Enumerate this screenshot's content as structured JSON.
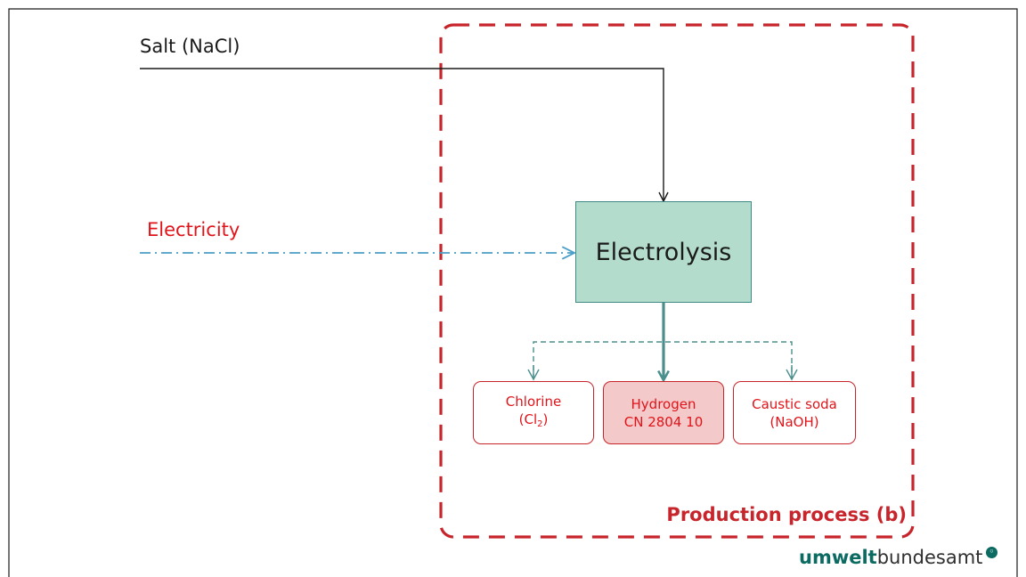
{
  "inputs": {
    "salt": "Salt (NaCl)",
    "electricity": "Electricity"
  },
  "process": {
    "name": "Electrolysis"
  },
  "products": [
    {
      "line1": "Chlorine",
      "line2_prefix": "(Cl",
      "line2_sub": "2",
      "line2_suffix": ")"
    },
    {
      "line1": "Hydrogen",
      "line2": "CN 2804 10"
    },
    {
      "line1": "Caustic soda",
      "line2": "(NaOH)"
    }
  ],
  "boundary": {
    "label": "Production process (b)"
  },
  "logo": {
    "bold": "umwelt",
    "regular": "bundesamt"
  },
  "colors": {
    "process_fill": "#b3dccc",
    "process_border": "#3f8a84",
    "boundary": "#c7252b",
    "electricity_line": "#4a9fc8",
    "product_text": "#e0141a",
    "highlight_fill": "#f4c9c9"
  }
}
